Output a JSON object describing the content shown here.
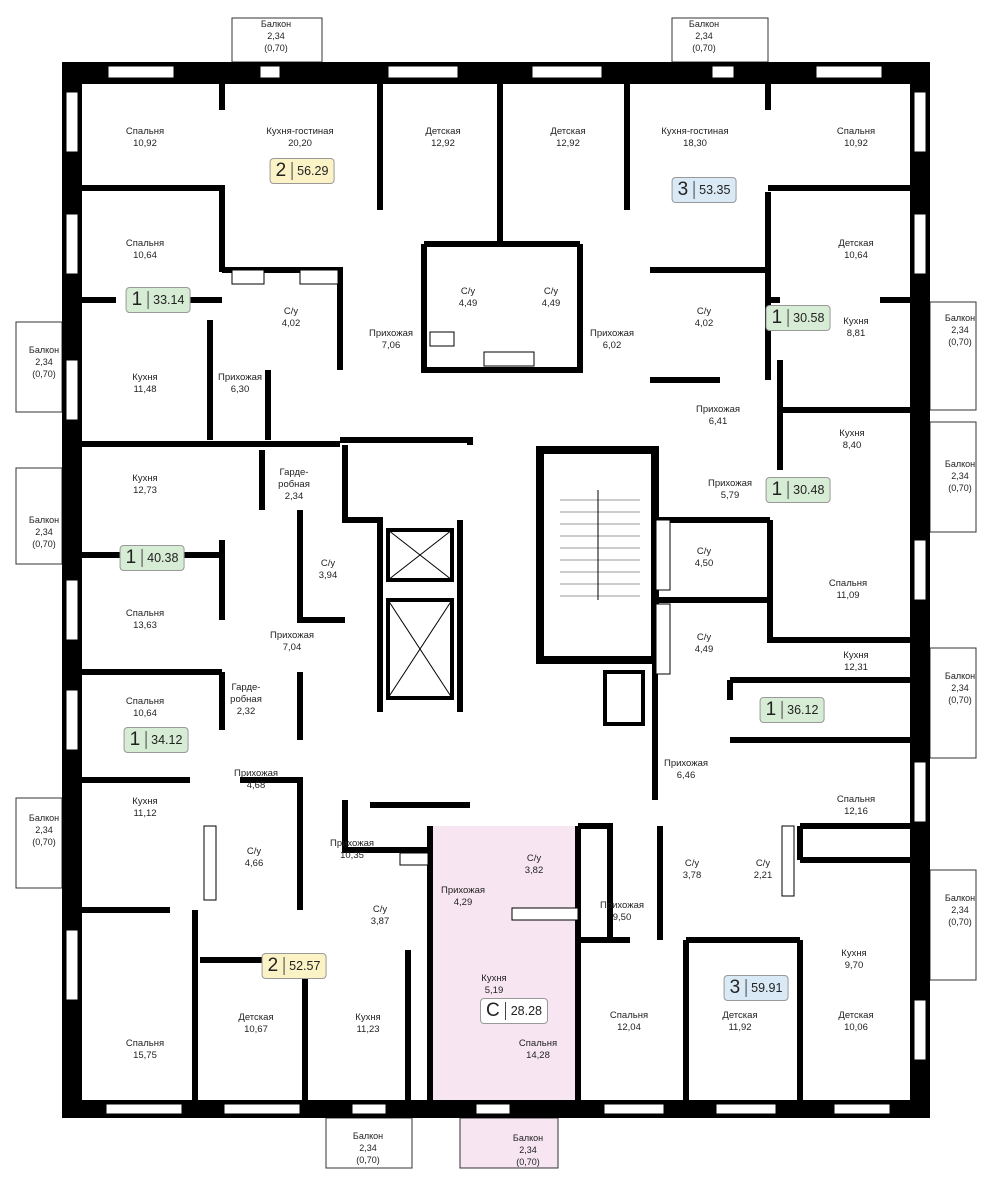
{
  "colors": {
    "wall": "#000000",
    "studio_fill": "#f7e6f1",
    "badge_1": "#d7ecd4",
    "badge_2": "#fbf3c6",
    "badge_3": "#d9e9f6",
    "badge_studio": "#ffffff"
  },
  "rooms": [
    {
      "name": "Спальня",
      "area": "10,92"
    },
    {
      "name": "Кухня-гостиная",
      "area": "20,20"
    },
    {
      "name": "Детская",
      "area": "12,92"
    },
    {
      "name": "Детская",
      "area": "12,92"
    },
    {
      "name": "Кухня-гостиная",
      "area": "18,30"
    },
    {
      "name": "Спальня",
      "area": "10,92"
    },
    {
      "name": "Спальня",
      "area": "10,64"
    },
    {
      "name": "Детская",
      "area": "10,64"
    },
    {
      "name": "С/у",
      "area": "4,49"
    },
    {
      "name": "С/у",
      "area": "4,49"
    },
    {
      "name": "С/у",
      "area": "4,02"
    },
    {
      "name": "С/у",
      "area": "4,02"
    },
    {
      "name": "Кухня",
      "area": "8,81"
    },
    {
      "name": "Прихожая",
      "area": "7,06"
    },
    {
      "name": "Прихожая",
      "area": "6,02"
    },
    {
      "name": "Кухня",
      "area": "11,48"
    },
    {
      "name": "Прихожая",
      "area": "6,30"
    },
    {
      "name": "Прихожая",
      "area": "6,41"
    },
    {
      "name": "Кухня",
      "area": "8,40"
    },
    {
      "name": "Гарде-\nробная",
      "area": "2,34"
    },
    {
      "name": "Кухня",
      "area": "12,73"
    },
    {
      "name": "Прихожая",
      "area": "5,79"
    },
    {
      "name": "С/у",
      "area": "3,94"
    },
    {
      "name": "С/у",
      "area": "4,50"
    },
    {
      "name": "Спальня",
      "area": "11,09"
    },
    {
      "name": "Спальня",
      "area": "13,63"
    },
    {
      "name": "Прихожая",
      "area": "7,04"
    },
    {
      "name": "С/у",
      "area": "4,49"
    },
    {
      "name": "Кухня",
      "area": "12,31"
    },
    {
      "name": "Спальня",
      "area": "10,64"
    },
    {
      "name": "Гарде-\nробная",
      "area": "2,32"
    },
    {
      "name": "Прихожая",
      "area": "4,68"
    },
    {
      "name": "Прихожая",
      "area": "6,46"
    },
    {
      "name": "Кухня",
      "area": "11,12"
    },
    {
      "name": "Спальня",
      "area": "12,16"
    },
    {
      "name": "С/у",
      "area": "4,66"
    },
    {
      "name": "Прихожая",
      "area": "10,35"
    },
    {
      "name": "С/у",
      "area": "3,82"
    },
    {
      "name": "Прихожая",
      "area": "4,29"
    },
    {
      "name": "С/у",
      "area": "3,78"
    },
    {
      "name": "С/у",
      "area": "2,21"
    },
    {
      "name": "С/у",
      "area": "3,87"
    },
    {
      "name": "Прихожая",
      "area": "9,50"
    },
    {
      "name": "Кухня",
      "area": "9,70"
    },
    {
      "name": "Кухня",
      "area": "5,19"
    },
    {
      "name": "Спальня",
      "area": "15,75"
    },
    {
      "name": "Детская",
      "area": "10,67"
    },
    {
      "name": "Кухня",
      "area": "11,23"
    },
    {
      "name": "Спальня",
      "area": "12,04"
    },
    {
      "name": "Детская",
      "area": "11,92"
    },
    {
      "name": "Детская",
      "area": "10,06"
    },
    {
      "name": "Спальня",
      "area": "14,28"
    }
  ],
  "balconies": [
    {
      "name": "Балкон",
      "area": "2,34",
      "reduced": "(0,70)"
    },
    {
      "name": "Балкон",
      "area": "2,34",
      "reduced": "(0,70)"
    },
    {
      "name": "Балкон",
      "area": "2,34",
      "reduced": "(0,70)"
    },
    {
      "name": "Балкон",
      "area": "2,34",
      "reduced": "(0,70)"
    },
    {
      "name": "Балкон",
      "area": "2,34",
      "reduced": "(0,70)"
    },
    {
      "name": "Балкон",
      "area": "2,34",
      "reduced": "(0,70)"
    },
    {
      "name": "Балкон",
      "area": "2,34",
      "reduced": "(0,70)"
    },
    {
      "name": "Балкон",
      "area": "2,34",
      "reduced": "(0,70)"
    },
    {
      "name": "Балкон",
      "area": "2,34",
      "reduced": "(0,70)"
    },
    {
      "name": "Балкон",
      "area": "2,34",
      "reduced": "(0,70)"
    },
    {
      "name": "Балкон",
      "area": "2,34",
      "reduced": "(0,70)"
    }
  ],
  "apartments": [
    {
      "rooms": "2",
      "area": "56.29",
      "type": "2"
    },
    {
      "rooms": "3",
      "area": "53.35",
      "type": "3"
    },
    {
      "rooms": "1",
      "area": "33.14",
      "type": "1"
    },
    {
      "rooms": "1",
      "area": "30.58",
      "type": "1"
    },
    {
      "rooms": "1",
      "area": "30.48",
      "type": "1"
    },
    {
      "rooms": "1",
      "area": "40.38",
      "type": "1"
    },
    {
      "rooms": "1",
      "area": "36.12",
      "type": "1"
    },
    {
      "rooms": "1",
      "area": "34.12",
      "type": "1"
    },
    {
      "rooms": "2",
      "area": "52.57",
      "type": "2"
    },
    {
      "rooms": "С",
      "area": "28.28",
      "type": "studio"
    },
    {
      "rooms": "3",
      "area": "59.91",
      "type": "3"
    }
  ]
}
